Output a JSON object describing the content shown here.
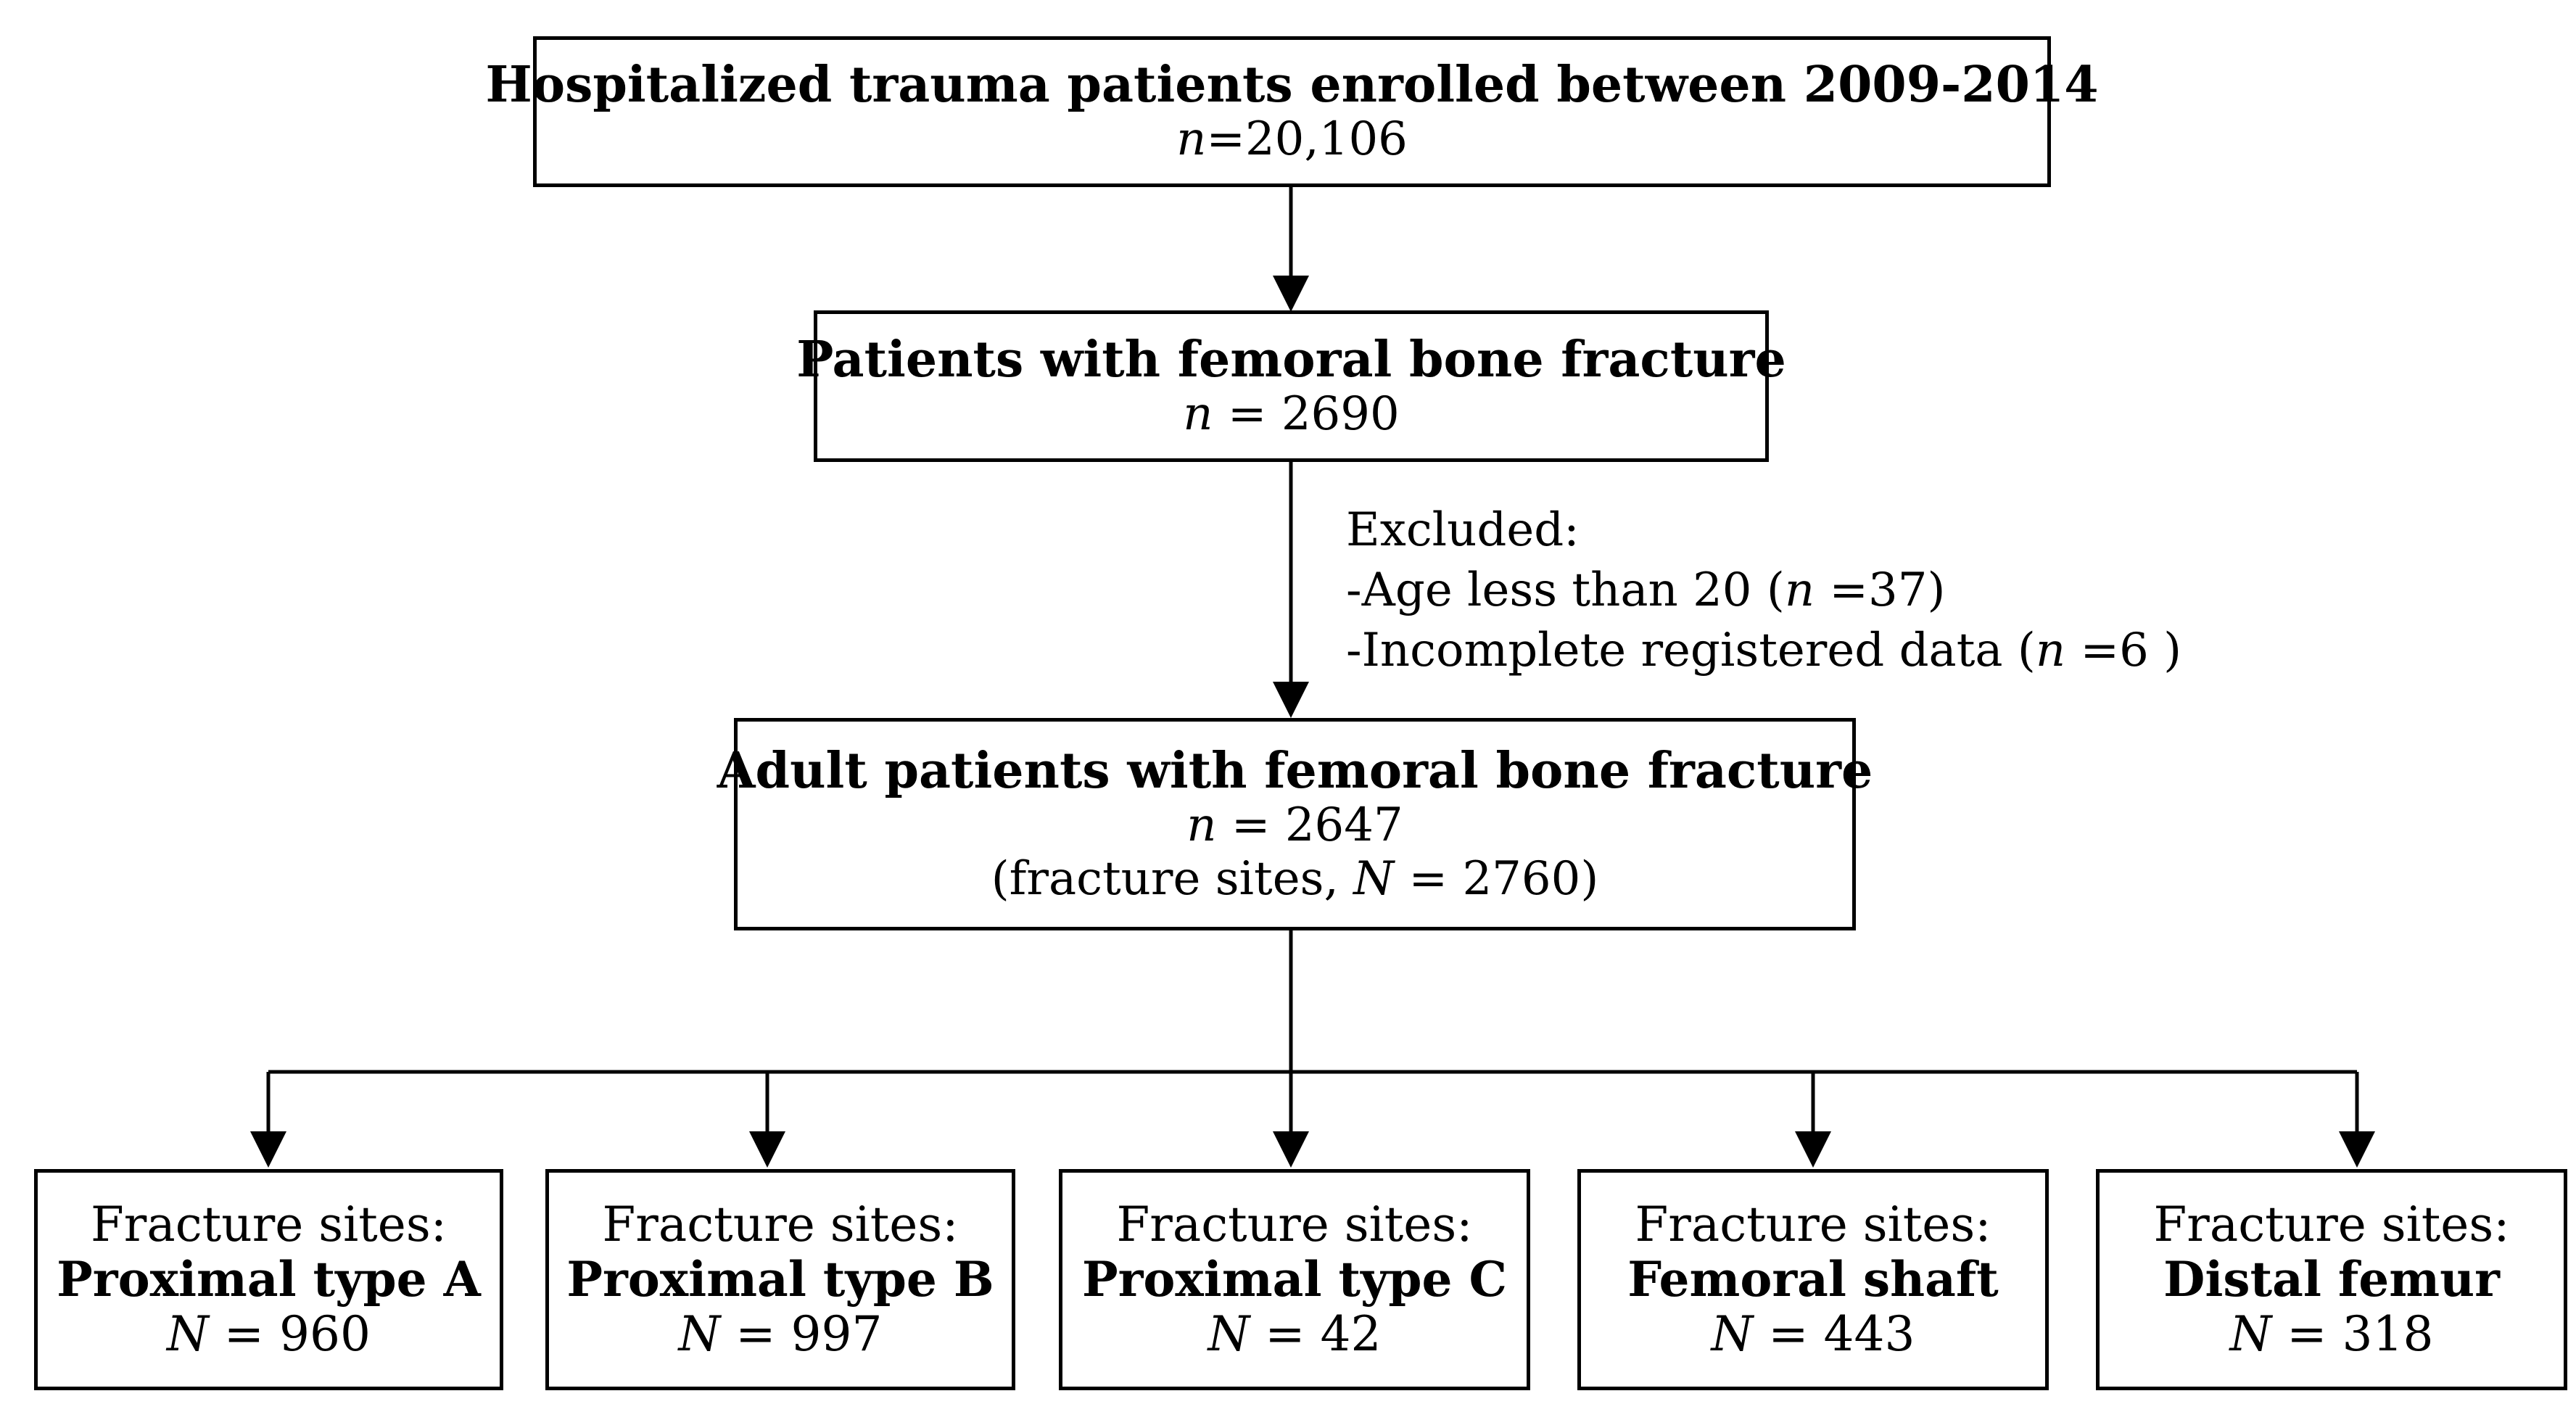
{
  "top_box": {
    "title": "Hospitalized trauma patients enrolled between 2009-2014",
    "n_label": "n",
    "n_value": "=20,106"
  },
  "femoral_box": {
    "title": "Patients with femoral bone fracture",
    "n_label": "n",
    "n_value": " = 2690"
  },
  "excluded": {
    "heading": "Excluded:",
    "item1_prefix": "-Age less than 20 (",
    "item1_n": "n",
    "item1_value": " =37)",
    "item2_prefix": "-Incomplete registered data (",
    "item2_n": "n",
    "item2_value": " =6 )"
  },
  "adult_box": {
    "title": "Adult patients with femoral bone fracture",
    "n_label": "n",
    "n_value": " = 2647",
    "sites_prefix": "(fracture sites, ",
    "sites_N": "N",
    "sites_value": " = 2760)"
  },
  "bottom_boxes": [
    {
      "heading": "Fracture sites:",
      "name": "Proximal type A",
      "N_label": "N",
      "N_value": " = 960"
    },
    {
      "heading": "Fracture sites:",
      "name": "Proximal type B",
      "N_label": "N",
      "N_value": " = 997"
    },
    {
      "heading": "Fracture sites:",
      "name": "Proximal type C",
      "N_label": "N",
      "N_value": " = 42"
    },
    {
      "heading": "Fracture sites:",
      "name": "Femoral shaft",
      "N_label": "N",
      "N_value": " = 443"
    },
    {
      "heading": "Fracture sites:",
      "name": "Distal femur",
      "N_label": "N",
      "N_value": " = 318"
    }
  ]
}
